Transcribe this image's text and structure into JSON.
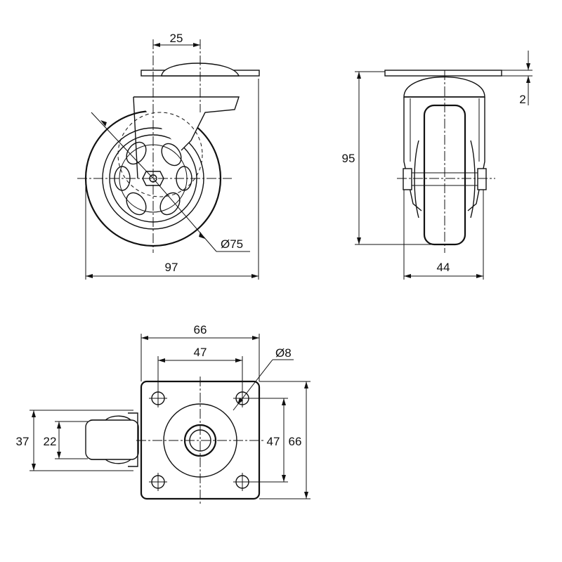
{
  "dimensions": {
    "front": {
      "offset": "25",
      "wheel_diameter": "Ø75",
      "total_width": "97"
    },
    "side": {
      "height": "95",
      "plate_thickness": "2",
      "width": "44"
    },
    "top": {
      "plate_width": "66",
      "hole_spacing_x": "47",
      "hole_diameter": "Ø8",
      "wheel_span": "37",
      "tread_width": "22",
      "hole_spacing_y": "47",
      "plate_height": "66"
    }
  }
}
